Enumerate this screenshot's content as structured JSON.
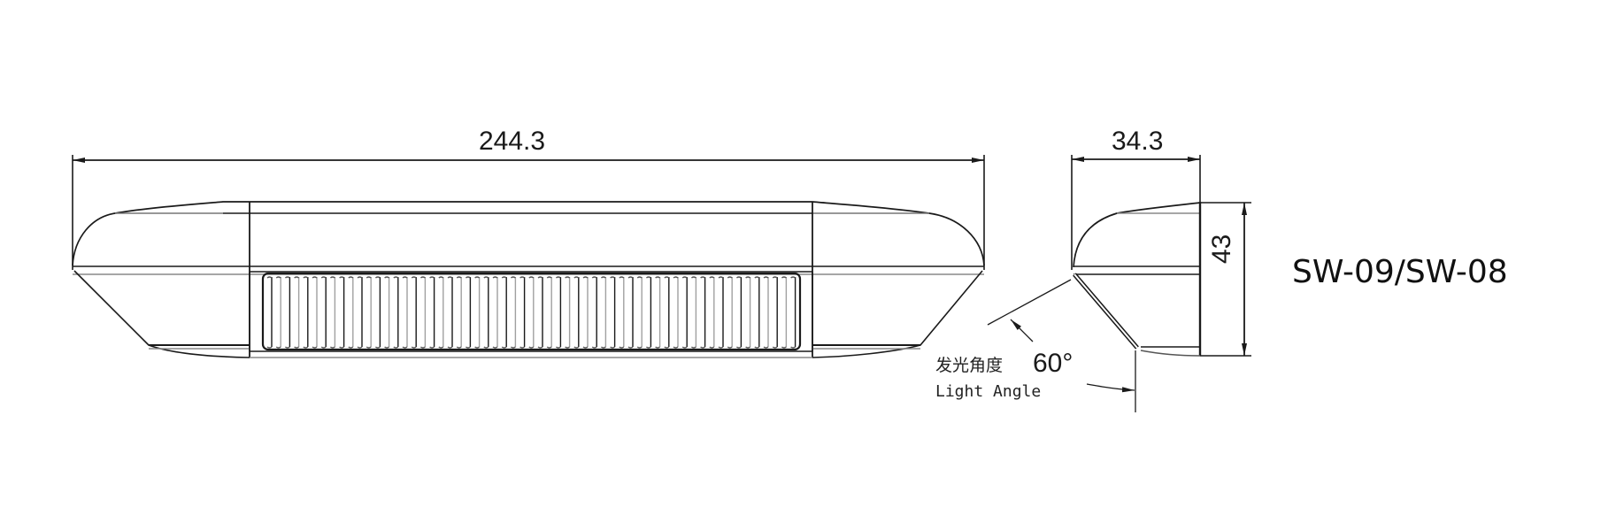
{
  "drawing": {
    "front_view": {
      "width_dimension": "244.3"
    },
    "side_view": {
      "depth_dimension": "34.3",
      "height_dimension": "43",
      "light_angle_value": "60°",
      "light_angle_label_cn": "发光角度",
      "light_angle_label_en": "Light Angle"
    },
    "model_label": "SW-09/SW-08",
    "colors": {
      "line": "#1a1a1a",
      "light_line": "#9a9a9a",
      "background": "#ffffff"
    }
  }
}
